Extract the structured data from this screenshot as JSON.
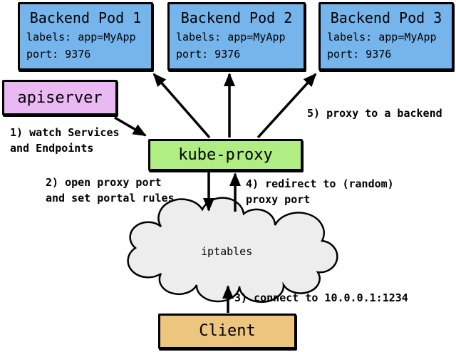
{
  "diagram": {
    "title_hint": "kube-proxy userspace proxy-mode flow",
    "pods": [
      {
        "title": "Backend Pod 1",
        "labels_line": "labels: app=MyApp",
        "port_line": "port: 9376"
      },
      {
        "title": "Backend Pod 2",
        "labels_line": "labels: app=MyApp",
        "port_line": "port: 9376"
      },
      {
        "title": "Backend Pod 3",
        "labels_line": "labels: app=MyApp",
        "port_line": "port: 9376"
      }
    ],
    "apiserver": {
      "label": "apiserver"
    },
    "kube_proxy": {
      "label": "kube-proxy"
    },
    "iptables": {
      "label": "iptables"
    },
    "client": {
      "label": "Client"
    },
    "annotations": {
      "step1": "1) watch Services\nand Endpoints",
      "step2": "2) open proxy port\nand set portal rules",
      "step3": "3) connect to 10.0.0.1:1234",
      "step4": "4) redirect to (random)\nproxy port",
      "step5": "5) proxy to a backend"
    },
    "colors": {
      "pod_fill": "#76b4ec",
      "apiserver_fill": "#eab9f4",
      "kube_proxy_fill": "#b0ed83",
      "client_fill": "#ecc57f",
      "cloud_fill": "#ededed",
      "line": "#000000",
      "background": "#ffffff"
    }
  }
}
